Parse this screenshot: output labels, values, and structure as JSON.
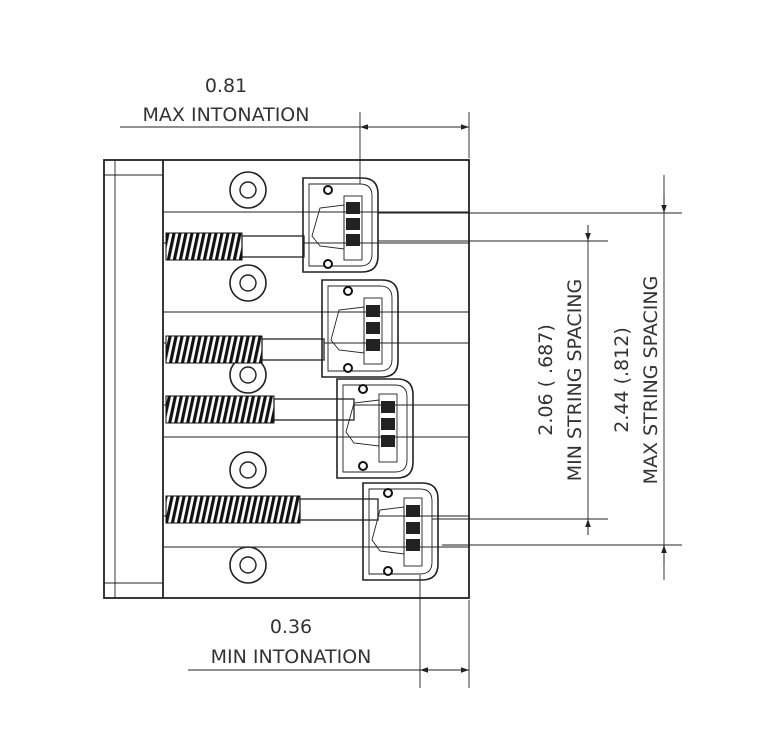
{
  "dimensions": {
    "max_intonation": {
      "value": "0.81",
      "label": "MAX INTONATION"
    },
    "min_intonation": {
      "value": "0.36",
      "label": "MIN INTONATION"
    },
    "min_string_spacing": {
      "value": "2.06 ( .687)",
      "label": "MIN STRING SPACING"
    },
    "max_string_spacing": {
      "value": "2.44 (.812)",
      "label": "MAX STRING SPACING"
    }
  },
  "colors": {
    "line": "#222222",
    "text": "#333333",
    "background": "#ffffff"
  }
}
